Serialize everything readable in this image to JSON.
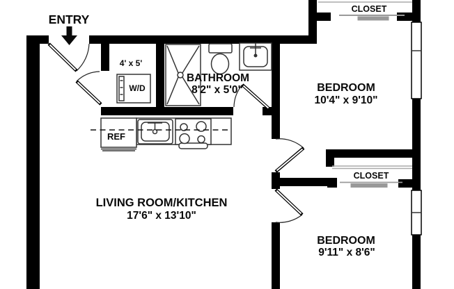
{
  "floorplan": {
    "entry": {
      "label": "ENTRY"
    },
    "living": {
      "name": "LIVING ROOM/KITCHEN",
      "dims": "17'6\" x 13'10\""
    },
    "bedroom1": {
      "name": "BEDROOM",
      "dims": "10'4\" x 9'10\""
    },
    "bedroom2": {
      "name": "BEDROOM",
      "dims": "9'11\" x 8'6\""
    },
    "bathroom": {
      "name": "BATHROOM",
      "dims": "8'2\" x 5'0\""
    },
    "laundry_closet": {
      "dims": "4' x 5'",
      "washer_dryer": "W/D"
    },
    "closet_top": {
      "name": "CLOSET"
    },
    "closet_mid": {
      "name": "CLOSET"
    },
    "kitchen": {
      "refrigerator": "REF"
    },
    "colors": {
      "wall": "#000000",
      "fixture": "#333333",
      "slider": "#999999",
      "background": "#ffffff"
    }
  }
}
